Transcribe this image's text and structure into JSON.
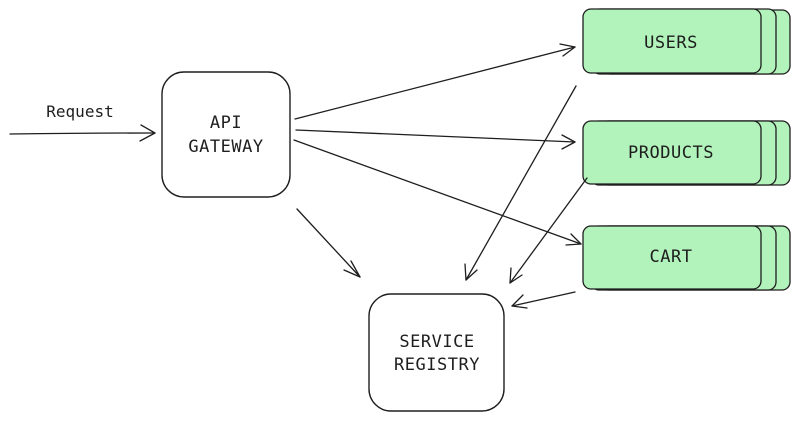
{
  "request_label": "Request",
  "api_gateway": {
    "line1": "API",
    "line2": "GATEWAY"
  },
  "service_registry": {
    "line1": "SERVICE",
    "line2": "REGISTRY"
  },
  "services": {
    "users": "USERS",
    "products": "PRODUCTS",
    "cart": "CART"
  },
  "colors": {
    "service_fill": "#b2f2bb",
    "stroke": "#1e1e1e",
    "background": "#ffffff"
  }
}
